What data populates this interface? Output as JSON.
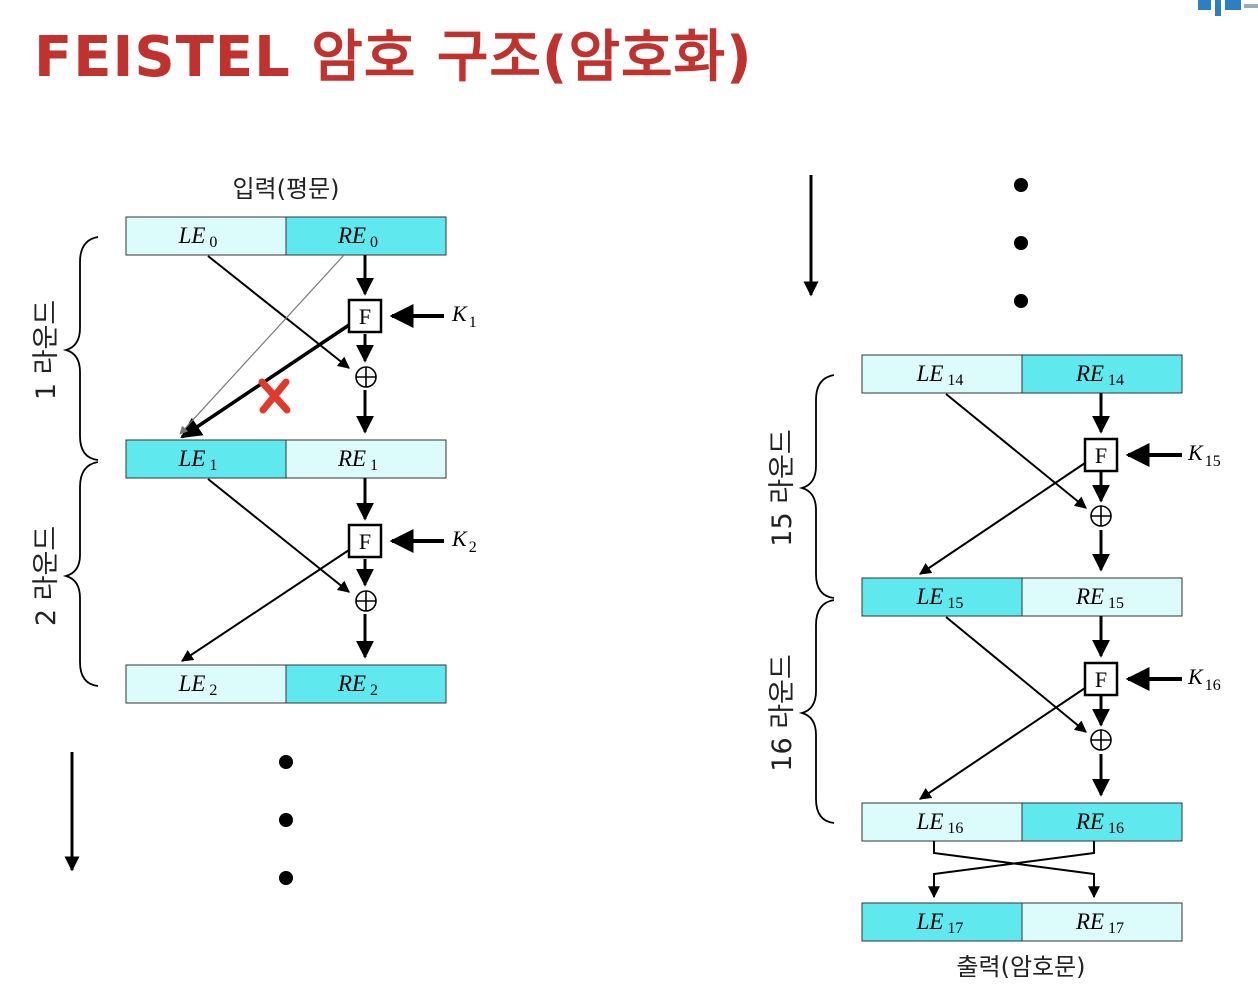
{
  "title": "FEISTEL 암호 구조(암호화)",
  "colors": {
    "title": "#c0322e",
    "cell_light": "#dcfbfb",
    "cell_dark": "#5fe8ee",
    "cross_mark": "#e03a2c"
  },
  "left": {
    "input_label": "입력(평문)",
    "rows": [
      {
        "left": "LE",
        "left_sub": "0",
        "right": "RE",
        "right_sub": "0"
      },
      {
        "left": "LE",
        "left_sub": "1",
        "right": "RE",
        "right_sub": "1"
      },
      {
        "left": "LE",
        "left_sub": "2",
        "right": "RE",
        "right_sub": "2"
      }
    ],
    "keys": [
      {
        "k": "K",
        "sub": "1"
      },
      {
        "k": "K",
        "sub": "2"
      }
    ],
    "f_label": "F",
    "rounds": [
      "1 라운드",
      "2 라운드"
    ]
  },
  "right": {
    "rows": [
      {
        "left": "LE",
        "left_sub": "14",
        "right": "RE",
        "right_sub": "14"
      },
      {
        "left": "LE",
        "left_sub": "15",
        "right": "RE",
        "right_sub": "15"
      },
      {
        "left": "LE",
        "left_sub": "16",
        "right": "RE",
        "right_sub": "16"
      },
      {
        "left": "LE",
        "left_sub": "17",
        "right": "RE",
        "right_sub": "17"
      }
    ],
    "keys": [
      {
        "k": "K",
        "sub": "15"
      },
      {
        "k": "K",
        "sub": "16"
      }
    ],
    "f_label": "F",
    "rounds": [
      "15 라운드",
      "16 라운드"
    ],
    "output_label": "출력(암호문)"
  }
}
